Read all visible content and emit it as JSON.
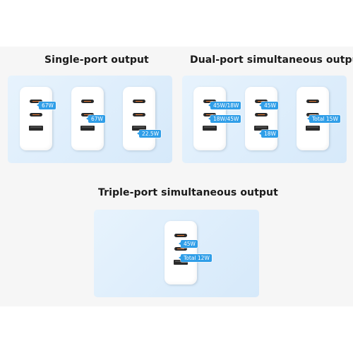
{
  "sections": {
    "single": {
      "title": "Single-port output",
      "chargers": [
        {
          "tags": [
            "67W"
          ]
        },
        {
          "tags": [
            "67W"
          ]
        },
        {
          "tags": [
            "22.5W"
          ]
        }
      ]
    },
    "dual": {
      "title": "Dual-port simultaneous output",
      "chargers": [
        {
          "tags": [
            "45W/18W",
            "18W/45W"
          ]
        },
        {
          "tags": [
            "45W",
            "18W"
          ]
        },
        {
          "tags": [
            "Total 15W"
          ]
        }
      ]
    },
    "triple": {
      "title": "Triple-port simultaneous output",
      "chargers": [
        {
          "tags": [
            "45W",
            "Total 12W"
          ]
        }
      ]
    }
  },
  "colors": {
    "tag": "#2f9ee8",
    "panel": "#dcedfb",
    "background": "#f6f6f6",
    "port_accent": "#e0742f"
  }
}
